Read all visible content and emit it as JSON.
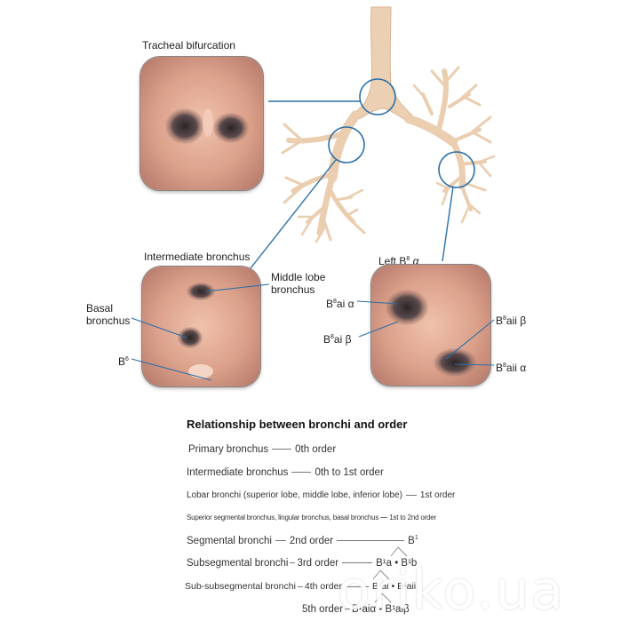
{
  "labels": {
    "tracheal_bifurcation": "Tracheal bifurcation",
    "intermediate_bronchus": "Intermediate bronchus",
    "middle_lobe_1": "Middle lobe",
    "middle_lobe_2": "bronchus",
    "basal_1": "Basal",
    "basal_2": "bronchus",
    "b6": "B",
    "b6_sup": "6",
    "left_b8": "Left  B",
    "left_b8_sup": "8",
    "left_b8_greek": "α",
    "b8ai_alpha_base": "B",
    "b8ai_alpha_sup": "8",
    "b8ai_alpha_rest": "ai α",
    "b8ai_beta_base": "B",
    "b8ai_beta_sup": "8",
    "b8ai_beta_rest": "ai β",
    "b8aii_beta_base": "B",
    "b8aii_beta_sup": "8",
    "b8aii_beta_rest": "aii β",
    "b8aii_alpha_base": "B",
    "b8aii_alpha_sup": "8",
    "b8aii_alpha_rest": "aii α"
  },
  "table": {
    "heading": "Relationship between bronchi and order",
    "rows": {
      "primary_name": "Primary bronchus",
      "primary_order": "0th order",
      "intermediate_name": "Intermediate bronchus",
      "intermediate_order": "0th to 1st order",
      "lobar_name": "Lobar bronchi (superior lobe, middle lobe, inferior lobe)",
      "lobar_order": "1st order",
      "segmental_sup_name": "Superior segmental bronchus, lingular bronchus, basal bronchus",
      "segmental_sup_order": "1st to 2nd order",
      "segmental_name": "Segmental bronchi",
      "segmental_order": "2nd order",
      "segmental_code": "B",
      "segmental_code_sup": "1",
      "subsegmental_name": "Subsegmental bronchi",
      "subsegmental_order": "3rd order",
      "subsegmental_code": "B¹a • B¹b",
      "subsub_name": "Sub-subsegmental bronchi",
      "subsub_order": "4th order",
      "subsub_code": "B¹ai • B¹aii",
      "fifth_order": "5th order",
      "fifth_code": "B¹aiα • B¹aiβ"
    }
  },
  "watermark": "oriko.ua",
  "colors": {
    "callout_line": "#2a6fa8",
    "airway": "#ecd0b3",
    "airway_edge": "#d9b48f",
    "mucosa": "#e0a58f"
  }
}
